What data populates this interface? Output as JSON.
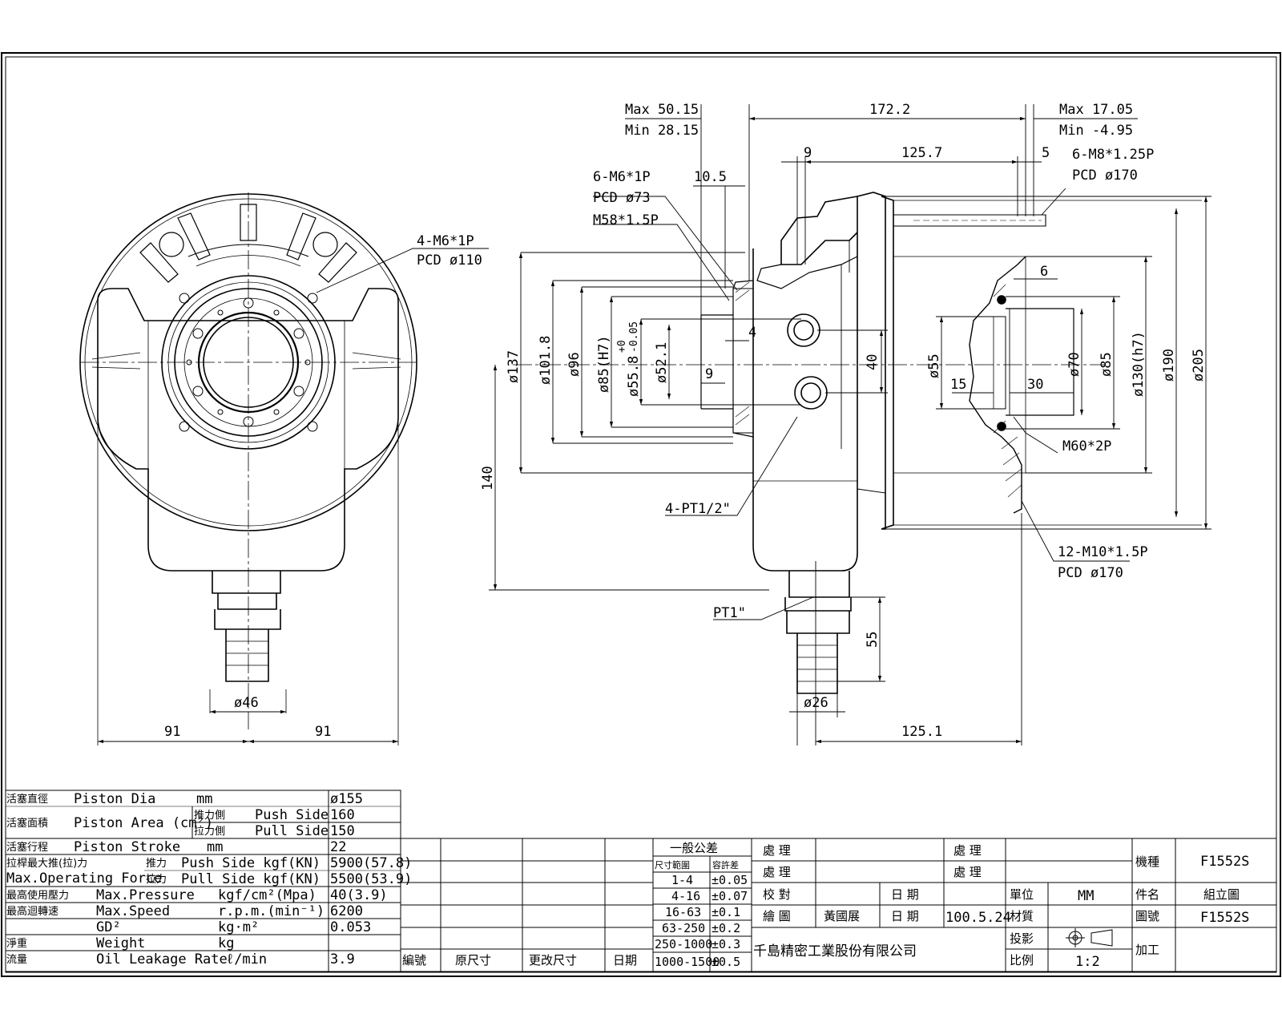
{
  "front_view": {
    "callout_bolt": [
      "4-M6*1P",
      "PCD ø110"
    ],
    "dim_hose": "ø46",
    "dim_left": "91",
    "dim_right": "91"
  },
  "side_view": {
    "top": {
      "max_left": "Max 50.15",
      "min_left": "Min 28.15",
      "overall": "172.2",
      "max_right": "Max 17.05",
      "min_right": "Min -4.95",
      "d9": "9",
      "d125_7": "125.7",
      "d5": "5",
      "d10_5": "10.5"
    },
    "callouts": {
      "m6": [
        "6-M6*1P",
        "PCD ø73"
      ],
      "m58": "M58*1.5P",
      "m8": [
        "6-M8*1.25P",
        "PCD ø170"
      ],
      "pt_half": "4-PT1/2\"",
      "pt1": "PT1\"",
      "m10": [
        "12-M10*1.5P",
        "PCD ø170"
      ],
      "m60": "M60*2P"
    },
    "vertical_dims": {
      "d137": "ø137",
      "d101_8": "ø101.8",
      "d96": "ø96",
      "d85h7": "ø85(H7)",
      "d55_8": "ø55.8",
      "d55_8_tol_upper": "+0",
      "d55_8_tol_lower": "-0.05",
      "d52_1": "ø52.1",
      "d140": "140",
      "d40": "40",
      "d55": "ø55",
      "d70": "ø70",
      "d85": "ø85",
      "d130h7": "ø130(h7)",
      "d190": "ø190",
      "d205": "ø205",
      "d55_len": "55"
    },
    "small_dims": {
      "d4": "4",
      "d9b": "9",
      "d6": "6",
      "d15": "15",
      "d30": "30"
    },
    "bottom": {
      "d26": "ø26",
      "d125_1": "125.1"
    }
  },
  "spec_table": [
    {
      "cn": "活塞直徑",
      "en": "Piston Dia",
      "unit": "mm",
      "val": "ø155"
    },
    {
      "cn": "活塞面積",
      "en": "Piston Area (cm²)",
      "sub": [
        {
          "cn": "推力側",
          "en": "Push Side",
          "val": "160"
        },
        {
          "cn": "拉力側",
          "en": "Pull Side",
          "val": "150"
        }
      ]
    },
    {
      "cn": "活塞行程",
      "en": "Piston Stroke",
      "unit": "mm",
      "val": "22"
    },
    {
      "cn": "拉桿最大推(拉)力",
      "en": "Max.Operating Force",
      "sub": [
        {
          "cn": "推力",
          "en": "Push Side kgf(KN)",
          "val": "5900(57.8)"
        },
        {
          "cn": "拉力",
          "en": "Pull Side kgf(KN)",
          "val": "5500(53.9)"
        }
      ]
    },
    {
      "cn": "最高使用壓力",
      "en": "Max.Pressure",
      "unit": "kgf/cm²(Mpa)",
      "val": "40(3.9)"
    },
    {
      "cn": "最高迴轉速",
      "en": "Max.Speed",
      "unit": "r.p.m.(min⁻¹)",
      "val": "6200"
    },
    {
      "cn": "",
      "en": "GD²",
      "unit": "kg·m²",
      "val": "0.053"
    },
    {
      "cn": "淨重",
      "en": "Weight",
      "unit": "kg",
      "val": ""
    },
    {
      "cn": "流量",
      "en": "Oil Leakage Rate",
      "unit": "ℓ/min",
      "val": "3.9"
    }
  ],
  "revision_block": {
    "no": "編號",
    "orig": "原尺寸",
    "changed": "更改尺寸",
    "date": "日期"
  },
  "tolerance": {
    "title": "一般公差",
    "h_range": "尺寸範圍",
    "h_tol": "容許差",
    "rows": [
      [
        "1-4",
        "±0.05"
      ],
      [
        "4-16",
        "±0.07"
      ],
      [
        "16-63",
        "±0.1"
      ],
      [
        "63-250",
        "±0.2"
      ],
      [
        "250-1000",
        "±0.3"
      ],
      [
        "1000-1500",
        "±0.5"
      ]
    ]
  },
  "title_block": {
    "process1": "處 理",
    "process2": "處 理",
    "process3": "處 理",
    "process4": "處 理",
    "check": "校 對",
    "draw": "繪 圖",
    "drawer": "黃國展",
    "date1": "日 期",
    "date2": "日 期",
    "date_val": "100.5.24",
    "unit_label": "單位",
    "unit": "MM",
    "material": "材質",
    "projection": "投影",
    "scale_label": "比例",
    "scale": "1:2",
    "company": "千島精密工業股份有限公司",
    "model_label": "機種",
    "model": "F1552S",
    "part_label": "件名",
    "part": "組立圖",
    "dwg_label": "圖號",
    "dwg": "F1552S",
    "process_label": "加工"
  }
}
